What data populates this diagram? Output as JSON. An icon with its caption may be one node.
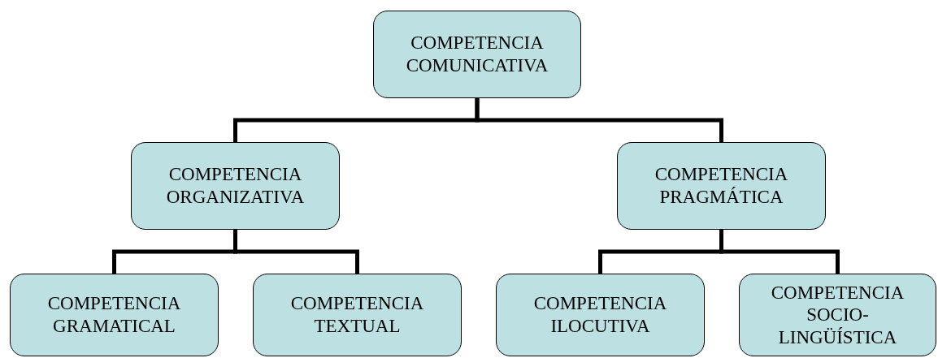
{
  "diagram": {
    "nodes": [
      {
        "text": [
          "COMPETENCIA COMUNICATIVA"
        ]
      },
      {
        "text": [
          "COMPETENCIA ORGANIZATIVA"
        ]
      },
      {
        "text": [
          "COMPETENCIA PRAGMÁTICA"
        ]
      },
      {
        "text": [
          "COMPETENCIA GRAMATICAL"
        ]
      },
      {
        "text": [
          "COMPETENCIA TEXTUAL"
        ]
      },
      {
        "text": [
          "COMPETENCIA ILOCUTIVA"
        ]
      },
      {
        "text": [
          "COMPETENCIA SOCIO- LINGÜÍSTICA"
        ]
      }
    ],
    "edges": [
      {
        "from": 0,
        "to": 1,
        "arrow": "none"
      },
      {
        "from": 0,
        "to": 2,
        "arrow": "none"
      },
      {
        "from": 1,
        "to": 3,
        "arrow": "none"
      },
      {
        "from": 1,
        "to": 4,
        "arrow": "none"
      },
      {
        "from": 2,
        "to": 5,
        "arrow": "none"
      },
      {
        "from": 2,
        "to": 6,
        "arrow": "none"
      }
    ]
  }
}
